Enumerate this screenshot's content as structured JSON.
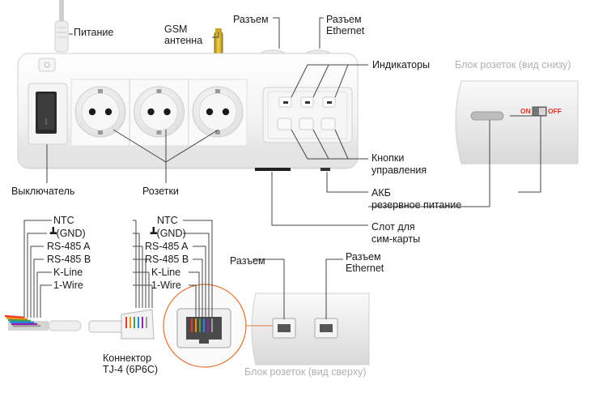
{
  "labels": {
    "power": "Питание",
    "gsm": "GSM\nантенна",
    "connector_top": "Разъем",
    "ethernet_top": "Разъем\nEthernet",
    "indicators": "Индикаторы",
    "bottom_view": "Блок розеток (вид снизу)",
    "on": "ON",
    "off": "OFF",
    "buttons": "Кнопки\nуправления",
    "switch": "Выключатель",
    "sockets": "Розетки",
    "battery": "АКБ\nрезервное питание",
    "sim_slot": "Слот для\nсим-карты",
    "connector_bottom": "Разъем",
    "ethernet_bottom": "Разъем\nEthernet",
    "top_view": "Блок розеток (вид сверху)",
    "tj4": "Коннектор\nTJ-4 (6P6C)"
  },
  "pins_left": [
    "NTC",
    "(GND)",
    "RS-485 A",
    "RS-485 B",
    "K-Line",
    "1-Wire"
  ],
  "pins_right": [
    "NTC",
    "(GND)",
    "RS-485 A",
    "RS-485 B",
    "K-Line",
    "1-Wire"
  ],
  "wire_colors": [
    "#e53935",
    "#fb8c00",
    "#43a047",
    "#1e88e5",
    "#8e24aa",
    "#9e9e9e"
  ]
}
